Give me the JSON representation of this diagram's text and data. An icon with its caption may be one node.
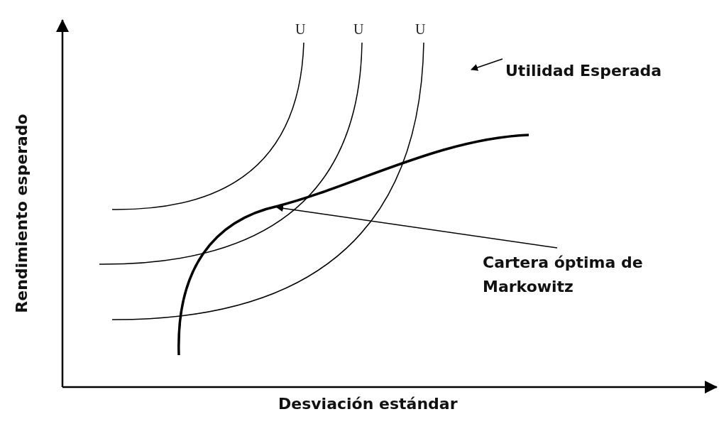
{
  "diagram": {
    "nodes": [
      {
        "text": [
          "Utilidad Esperada"
        ]
      },
      {
        "text": [
          "Cartera óptima de Markowitz"
        ]
      }
    ],
    "edges": [
      {
        "from": 0,
        "to": null,
        "arrow": "to"
      },
      {
        "from": 1,
        "to": null,
        "arrow": "to"
      }
    ],
    "labels": [
      "U",
      "U",
      "U",
      "Rendimiento esperado",
      "Desviación estándar"
    ]
  }
}
